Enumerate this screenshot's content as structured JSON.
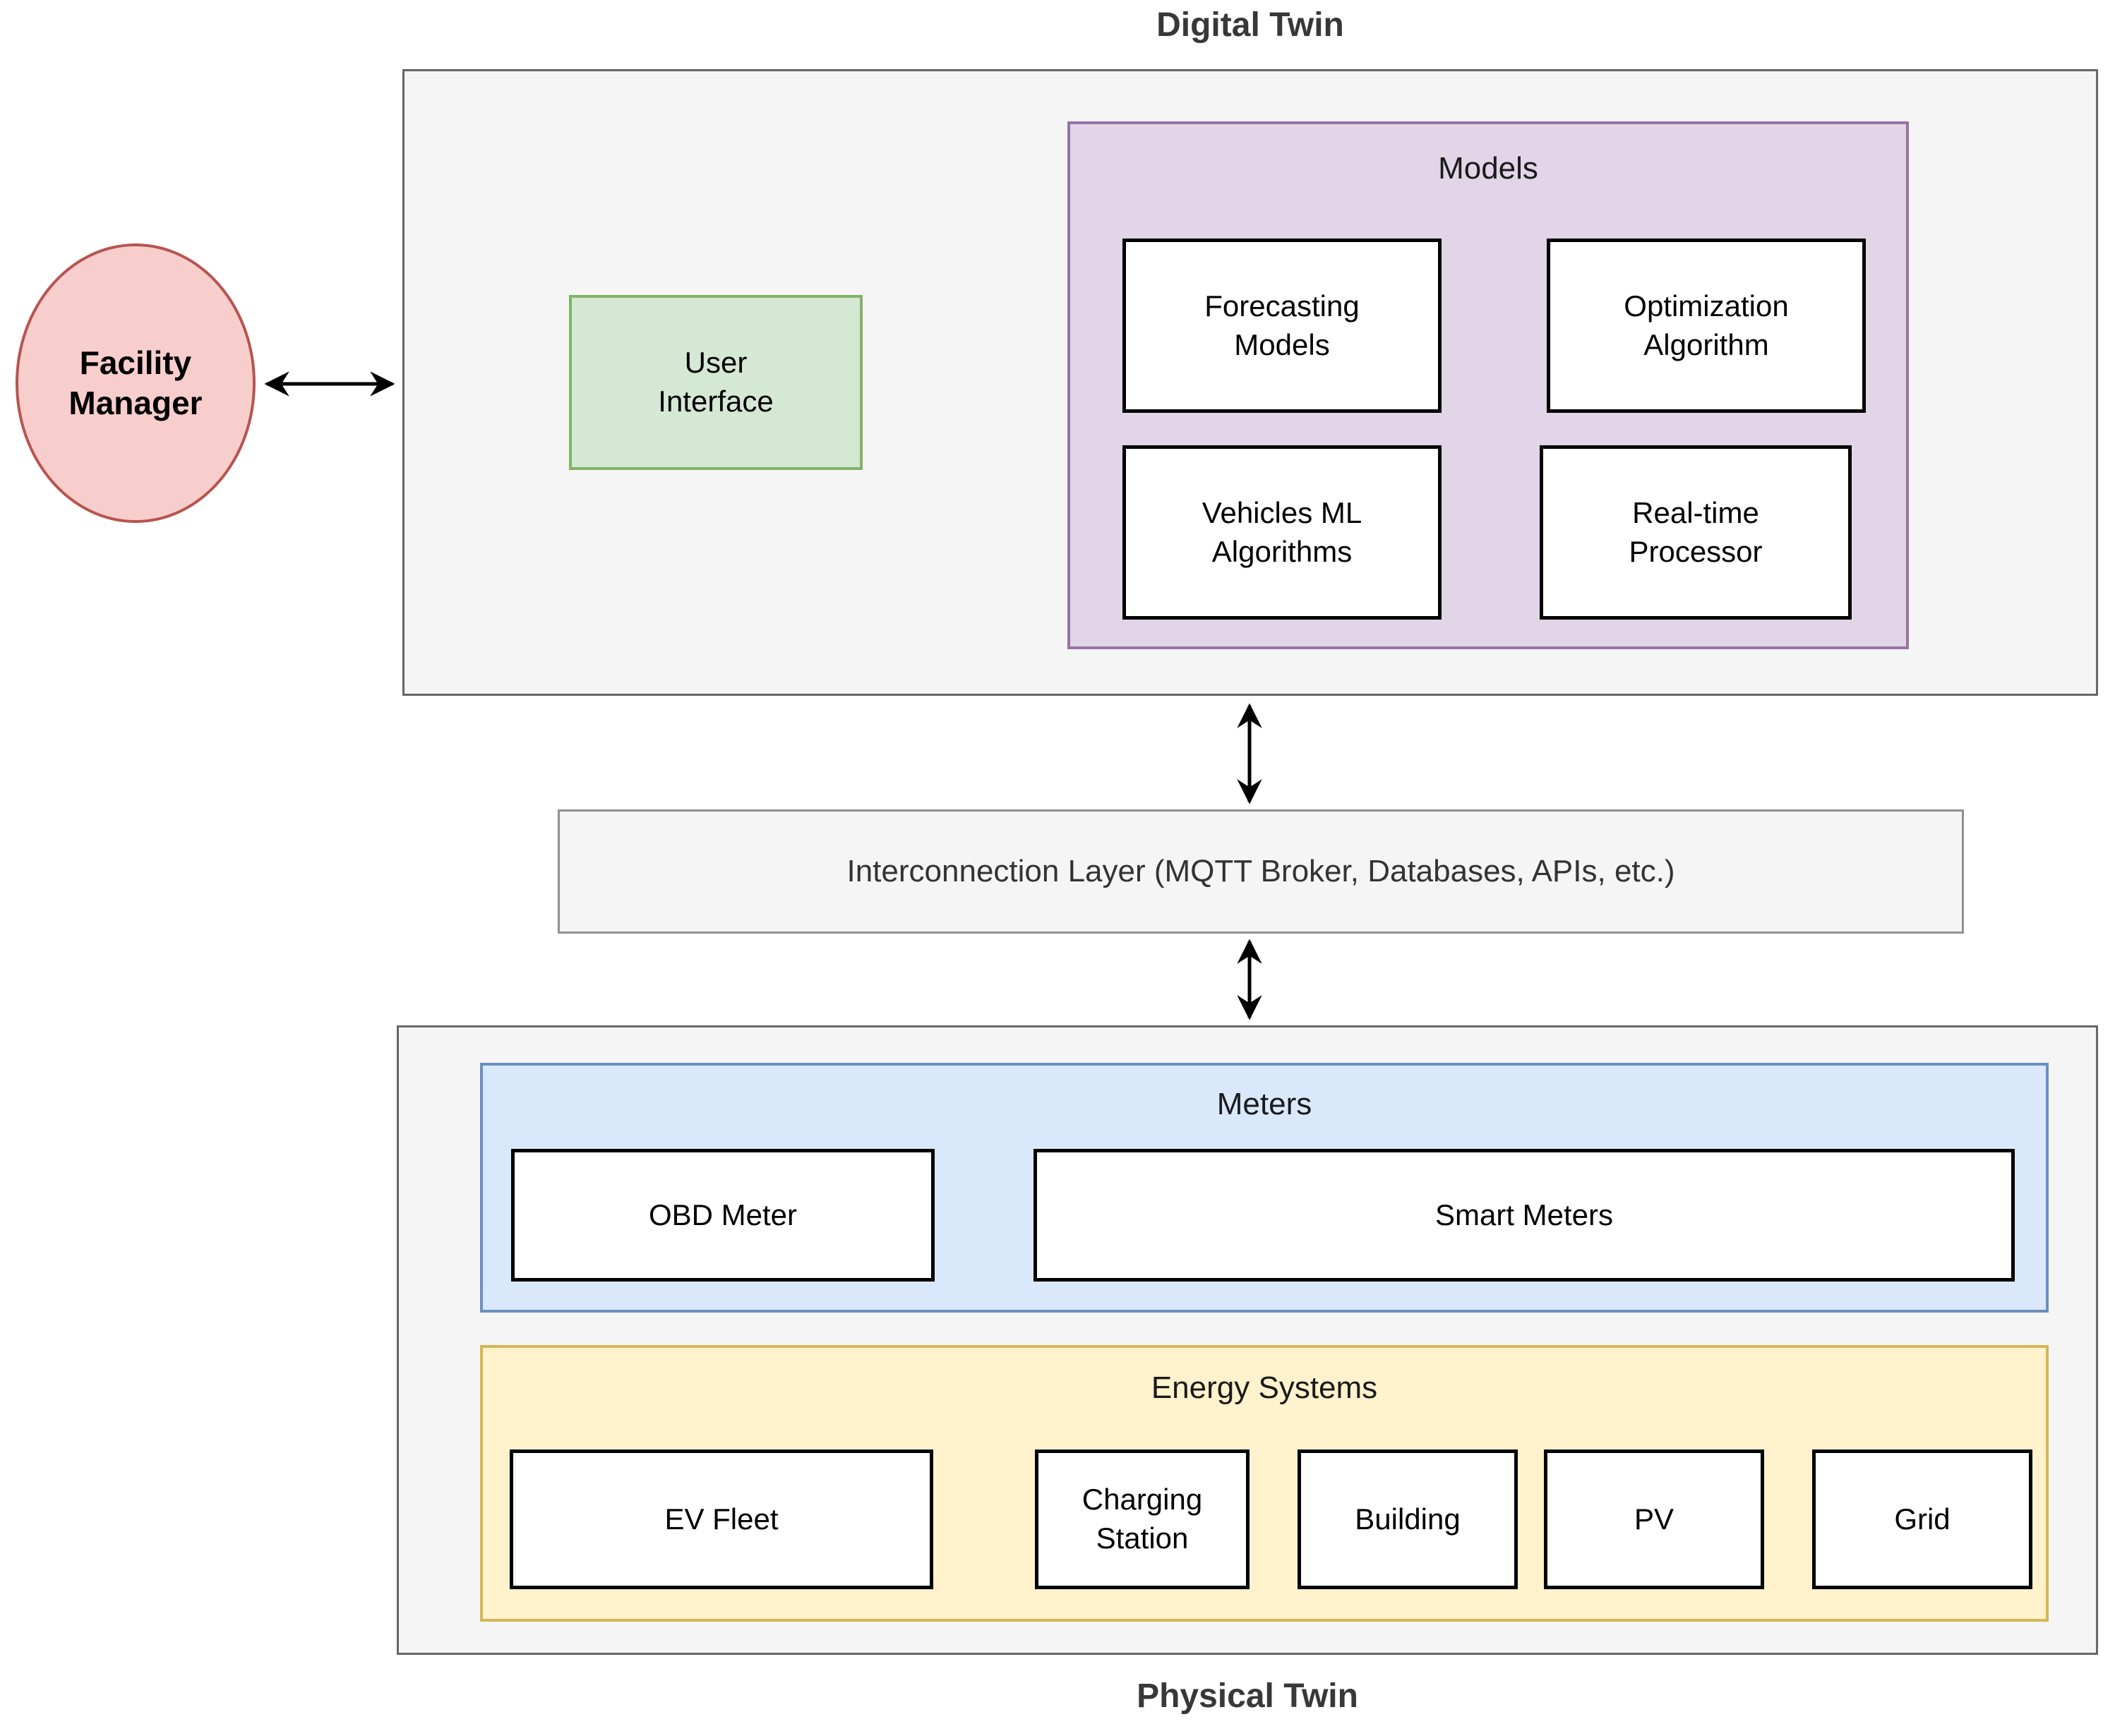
{
  "titles": {
    "digital_twin": "Digital Twin",
    "physical_twin": "Physical Twin"
  },
  "actor": {
    "label": "Facility Manager"
  },
  "digital_twin": {
    "user_interface_label": "User Interface",
    "models": {
      "title": "Models",
      "items": [
        "Forecasting Models",
        "Optimization Algorithm",
        "Vehicles ML Algorithms",
        "Real-time Processor"
      ]
    }
  },
  "interconnection_label": "Interconnection Layer (MQTT Broker, Databases, APIs, etc.)",
  "physical_twin": {
    "meters": {
      "title": "Meters",
      "items": [
        "OBD Meter",
        "Smart Meters"
      ]
    },
    "energy_systems": {
      "title": "Energy Systems",
      "items": [
        "EV Fleet",
        "Charging Station",
        "Building",
        "PV",
        "Grid"
      ]
    }
  },
  "colors": {
    "container-fill": "#f5f5f5",
    "container-border": "#666666",
    "interconnect-border": "#909090",
    "actor-fill": "#f8cecc",
    "actor-border": "#b85450",
    "ui-fill": "#d5e8d4",
    "ui-border": "#82b366",
    "models-fill": "#e1d5e7",
    "models-border": "#9673a6",
    "meters-fill": "#dae8fc",
    "meters-border": "#6c8ebf",
    "energy-fill": "#fff2cc",
    "energy-border": "#d6b656",
    "arrow": "#000000"
  }
}
